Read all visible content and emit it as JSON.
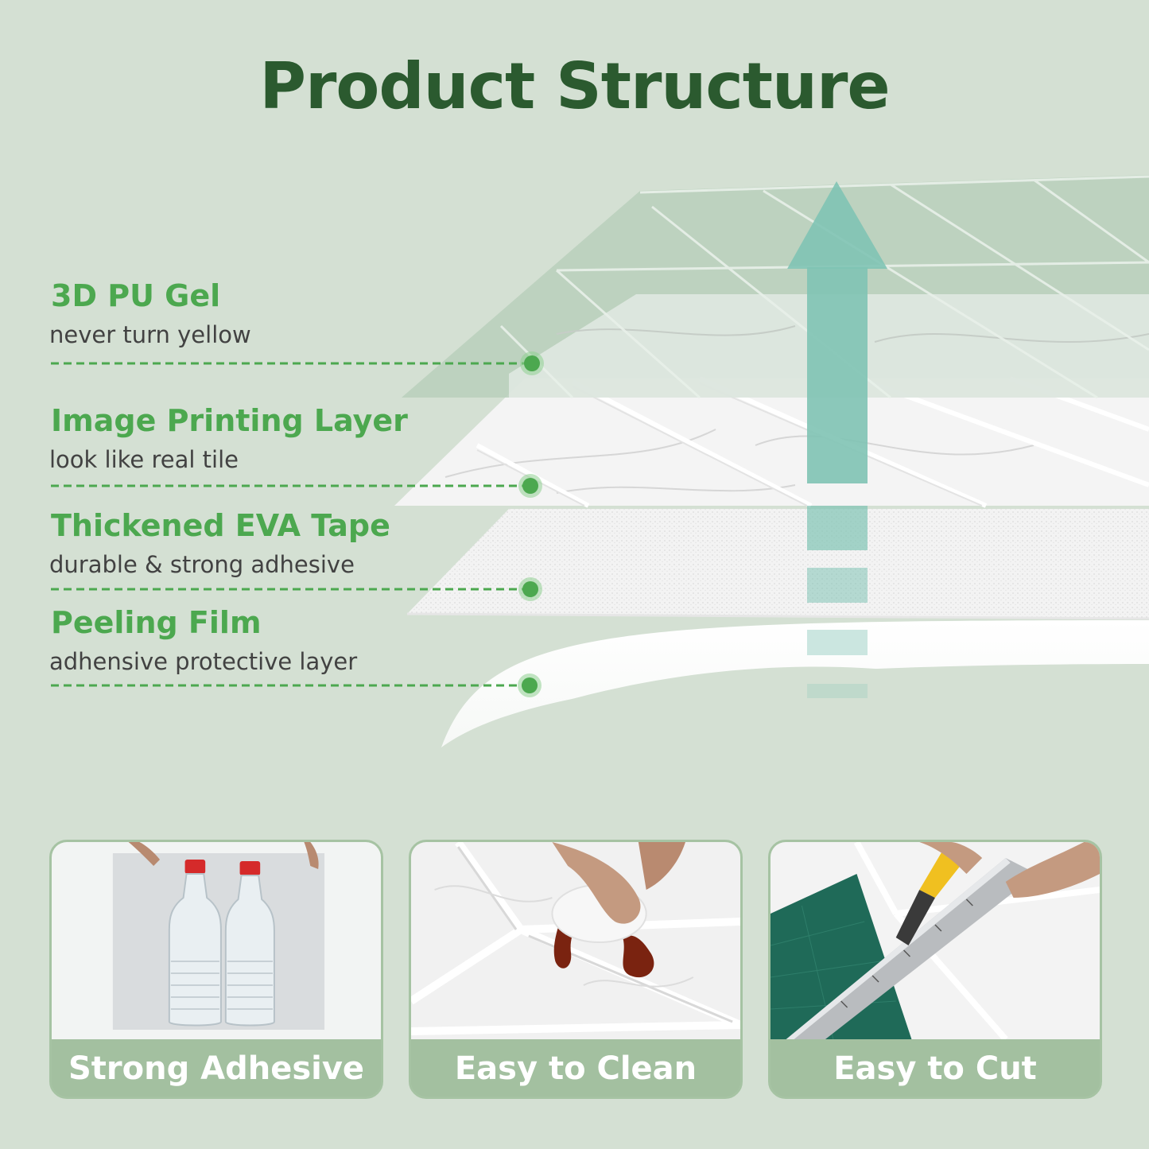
{
  "title": "Product Structure",
  "layers": [
    {
      "name": "3D PU Gel",
      "description": "never turn yellow"
    },
    {
      "name": "Image Printing Layer",
      "description": "look like real tile"
    },
    {
      "name": "Thickened EVA Tape",
      "description": "durable & strong adhesive"
    },
    {
      "name": "Peeling Film",
      "description": "adhensive protective layer"
    }
  ],
  "features": [
    {
      "label": "Strong Adhesive",
      "icon": "bottles-on-tile-photo"
    },
    {
      "label": "Easy to Clean",
      "icon": "wiping-sauce-photo"
    },
    {
      "label": "Easy to Cut",
      "icon": "cutter-and-ruler-photo"
    }
  ],
  "colors": {
    "background": "#d4e0d3",
    "title": "#2b5a2f",
    "label": "#4ca84f",
    "accent_arrow": "#7fc3b4",
    "caption_bar": "#a3c0a0"
  }
}
